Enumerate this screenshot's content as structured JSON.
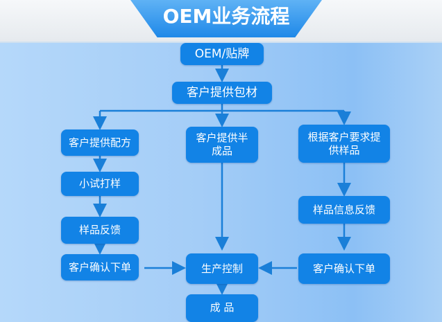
{
  "title": "OEM业务流程",
  "colors": {
    "box": "#1283e6",
    "line": "#1a7fd8",
    "banner": "#2a8fea"
  },
  "nodes": {
    "oem": "OEM/贴牌",
    "packaging": "客户提供包材",
    "formula": "客户提供配方",
    "trial": "小试打样",
    "sample_feedback": "样品反馈",
    "confirm_left": "客户确认下单",
    "semi_finished": "客户提供半成品",
    "production": "生产控制",
    "finished": "成 品",
    "custom_sample": "根据客户要求提供样品",
    "sample_info_feedback": "样品信息反馈",
    "confirm_right": "客户确认下单"
  }
}
